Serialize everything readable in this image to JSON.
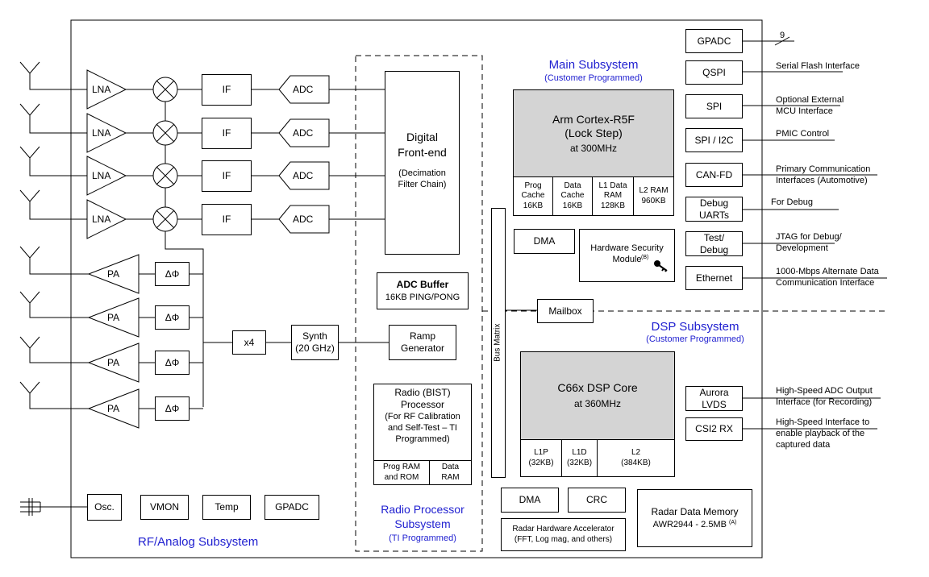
{
  "rf": {
    "lna": "LNA",
    "if": "IF",
    "adc": "ADC",
    "pa": "PA",
    "phase": "ΔΦ",
    "x4": "x4",
    "synth": "Synth\n(20 GHz)",
    "ramp": "Ramp\nGenerator",
    "osc": "Osc.",
    "vmon": "VMON",
    "temp": "Temp",
    "gpadc": "GPADC",
    "title": "RF/Analog Subsystem"
  },
  "dfe": {
    "title": "Digital\nFront-end",
    "subtitle": "(Decimation\nFilter Chain)"
  },
  "adc_buffer": {
    "title": "ADC Buffer",
    "subtitle": "16KB PING/PONG"
  },
  "radio": {
    "processor": "Radio (BIST)\nProcessor",
    "processor_note": "(For RF Calibration\nand Self-Test – TI\nProgrammed)",
    "prog_ram": "Prog RAM\nand ROM",
    "data_ram": "Data\nRAM",
    "title": "Radio Processor\nSubsystem",
    "subtitle": "(TI Programmed)"
  },
  "bus_matrix": "Bus Matrix",
  "main": {
    "title": "Main Subsystem",
    "subtitle": "(Customer Programmed)",
    "cpu": "Arm Cortex-R5F\n(Lock Step)",
    "cpu_freq": "at 300MHz",
    "prog_cache": "Prog\nCache\n16KB",
    "data_cache": "Data\nCache\n16KB",
    "l1_data_ram": "L1 Data\nRAM\n128KB",
    "l2_ram": "L2 RAM\n960KB",
    "dma": "DMA",
    "hsm": "Hardware Security\nModule",
    "hsm_note": "(B)",
    "mailbox": "Mailbox"
  },
  "dsp": {
    "title": "DSP Subsystem",
    "subtitle": "(Customer Programmed)",
    "core": "C66x DSP Core",
    "core_freq": "at 360MHz",
    "l1p": "L1P\n(32KB)",
    "l1d": "L1D\n(32KB)",
    "l2": "L2\n(384KB)",
    "dma": "DMA",
    "crc": "CRC",
    "hwa": "Radar Hardware Accelerator\n(FFT, Log mag, and others)",
    "mem_title": "Radar Data Memory",
    "mem_size": "AWR2944 - 2.5MB",
    "mem_note": "(A)"
  },
  "peripherals": [
    {
      "label": "GPADC",
      "desc": ""
    },
    {
      "label": "QSPI",
      "desc": "Serial Flash Interface"
    },
    {
      "label": "SPI",
      "desc": "Optional External\nMCU Interface"
    },
    {
      "label": "SPI / I2C",
      "desc": "PMIC Control"
    },
    {
      "label": "CAN-FD",
      "desc": "Primary Communication\nInterfaces (Automotive)"
    },
    {
      "label": "Debug\nUARTs",
      "desc": "For Debug"
    },
    {
      "label": "Test/\nDebug",
      "desc": "JTAG for Debug/\nDevelopment"
    },
    {
      "label": "Ethernet",
      "desc": "1000-Mbps Alternate Data\nCommunication Interface"
    },
    {
      "label": "Aurora\nLVDS",
      "desc": "High-Speed ADC Output\nInterface (for Recording)"
    },
    {
      "label": "CSI2 RX",
      "desc": "High-Speed Interface to\nenable playback of the\ncaptured data"
    }
  ],
  "gpadc_bus_width": "9"
}
